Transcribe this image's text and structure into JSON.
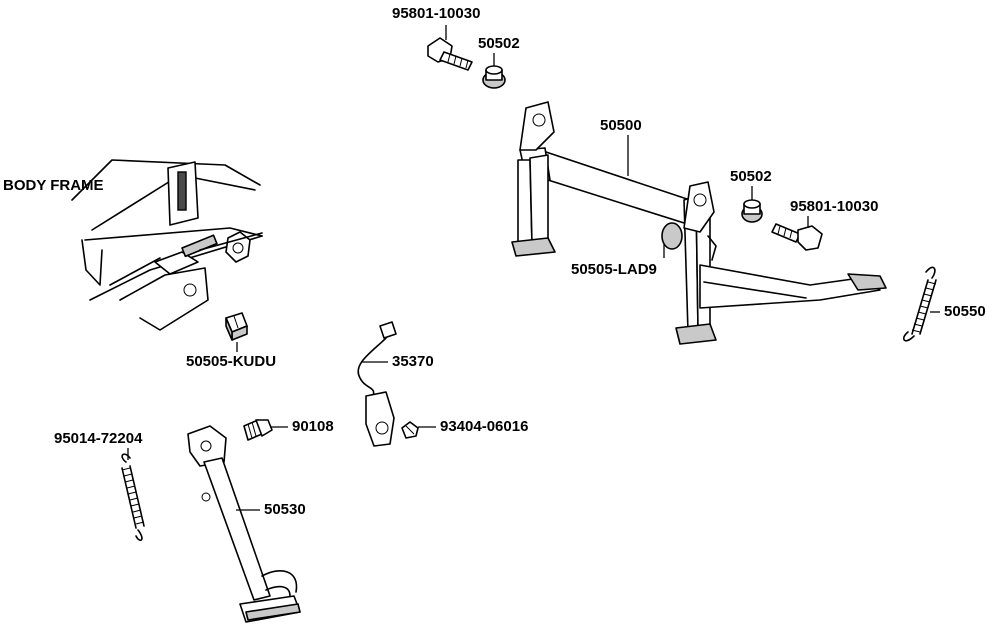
{
  "diagram": {
    "frame_label": "BODY FRAME",
    "callouts": [
      {
        "id": "bolt-top",
        "part_number": "95801-10030"
      },
      {
        "id": "collar-top",
        "part_number": "50502"
      },
      {
        "id": "main-stand",
        "part_number": "50500"
      },
      {
        "id": "collar-right",
        "part_number": "50502"
      },
      {
        "id": "bolt-right",
        "part_number": "95801-10030"
      },
      {
        "id": "stand-damper",
        "part_number": "50505-LAD9"
      },
      {
        "id": "main-stand-spring",
        "part_number": "50550"
      },
      {
        "id": "stopper-rubber",
        "part_number": "50505-KUDU"
      },
      {
        "id": "side-stand-switch",
        "part_number": "35370"
      },
      {
        "id": "side-stand-bolt",
        "part_number": "90108"
      },
      {
        "id": "switch-screw",
        "part_number": "93404-06016"
      },
      {
        "id": "side-stand-spring",
        "part_number": "95014-72204"
      },
      {
        "id": "side-stand",
        "part_number": "50530"
      }
    ]
  }
}
